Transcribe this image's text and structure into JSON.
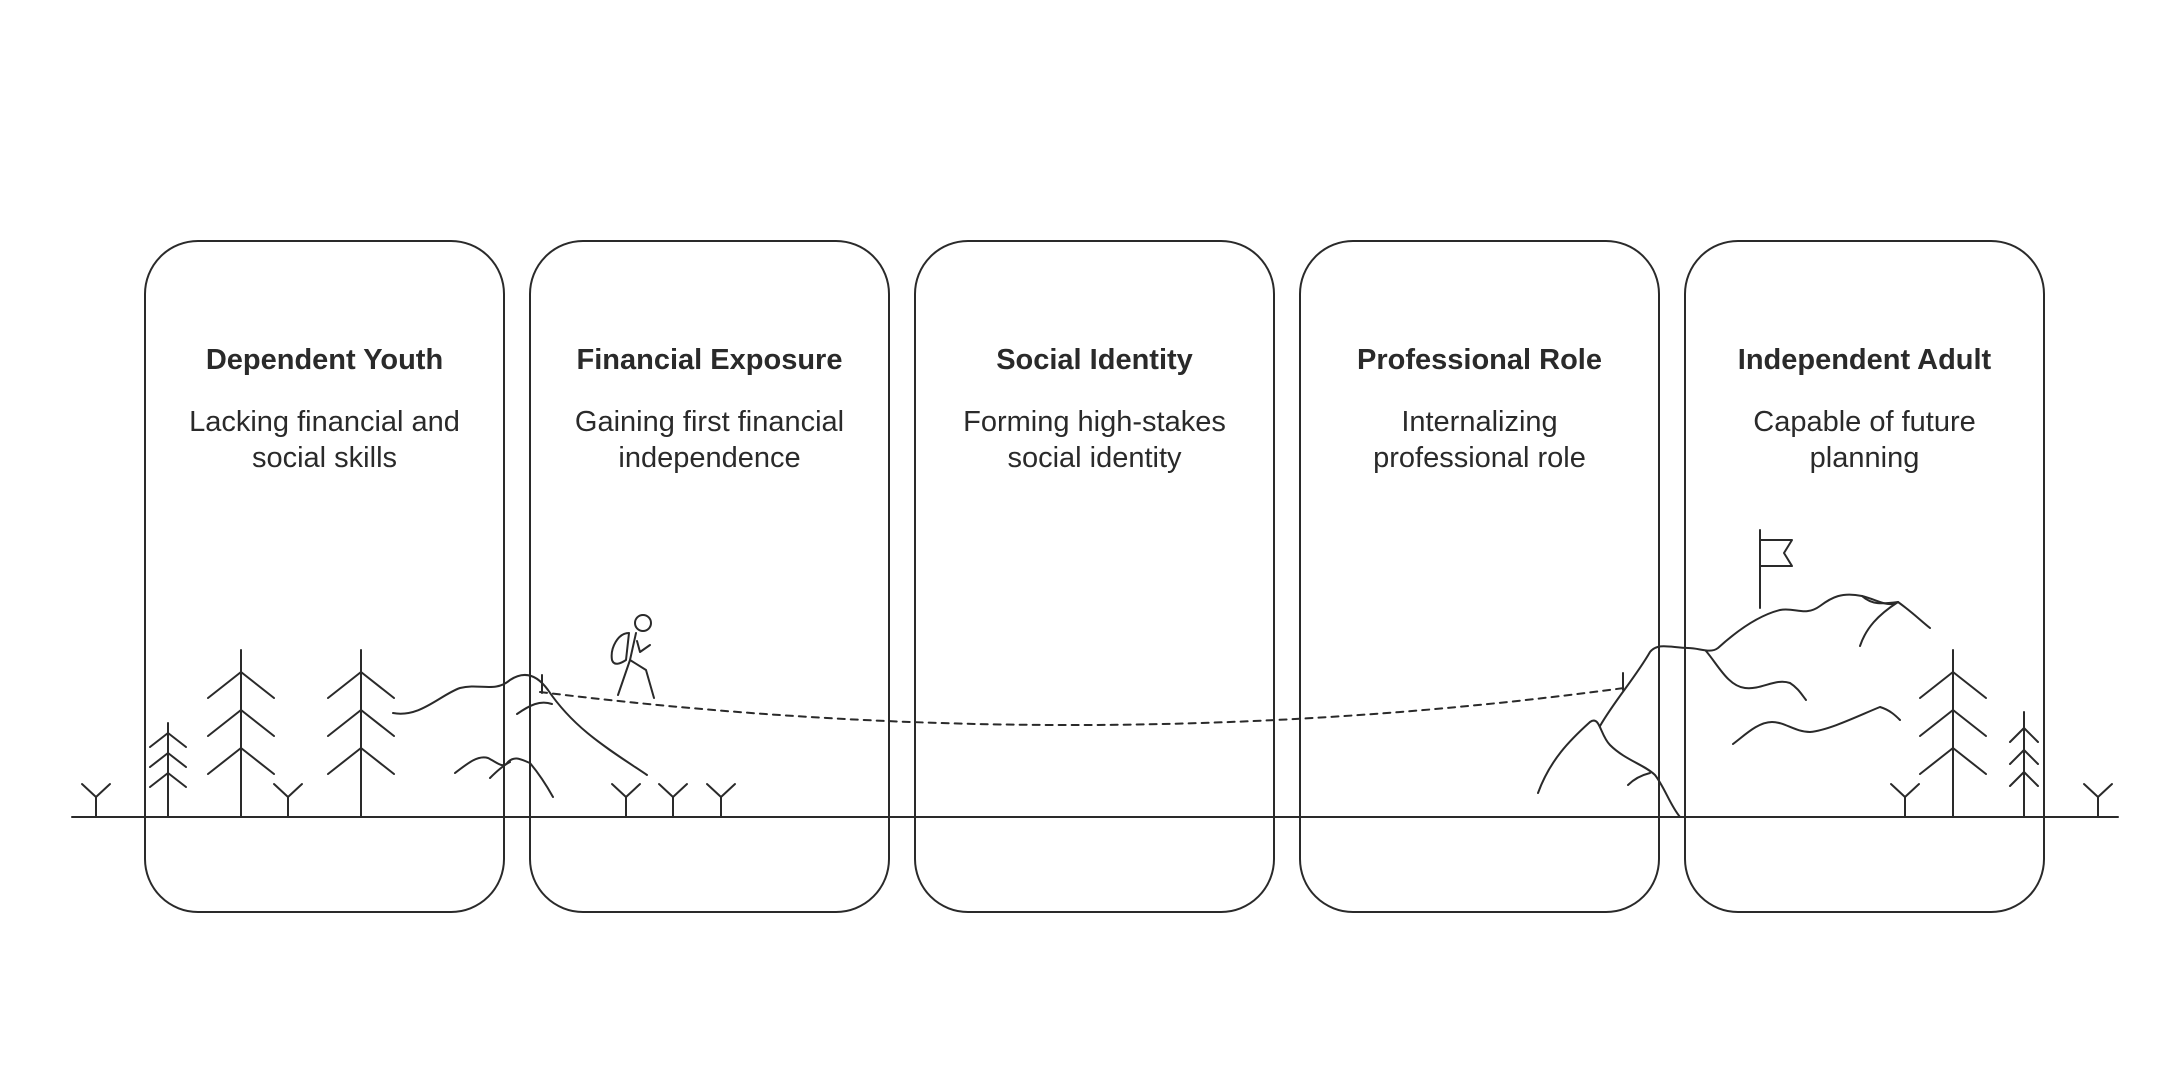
{
  "stages": [
    {
      "title": "Dependent Youth",
      "description": "Lacking financial and social skills"
    },
    {
      "title": "Financial Exposure",
      "description": "Gaining first financial independence"
    },
    {
      "title": "Social Identity",
      "description": "Forming high-stakes social identity"
    },
    {
      "title": "Professional Role",
      "description": "Internalizing professional role"
    },
    {
      "title": "Independent Adult",
      "description": "Capable of future planning"
    }
  ],
  "colors": {
    "stroke": "#2a2a2a",
    "background": "#ffffff"
  }
}
